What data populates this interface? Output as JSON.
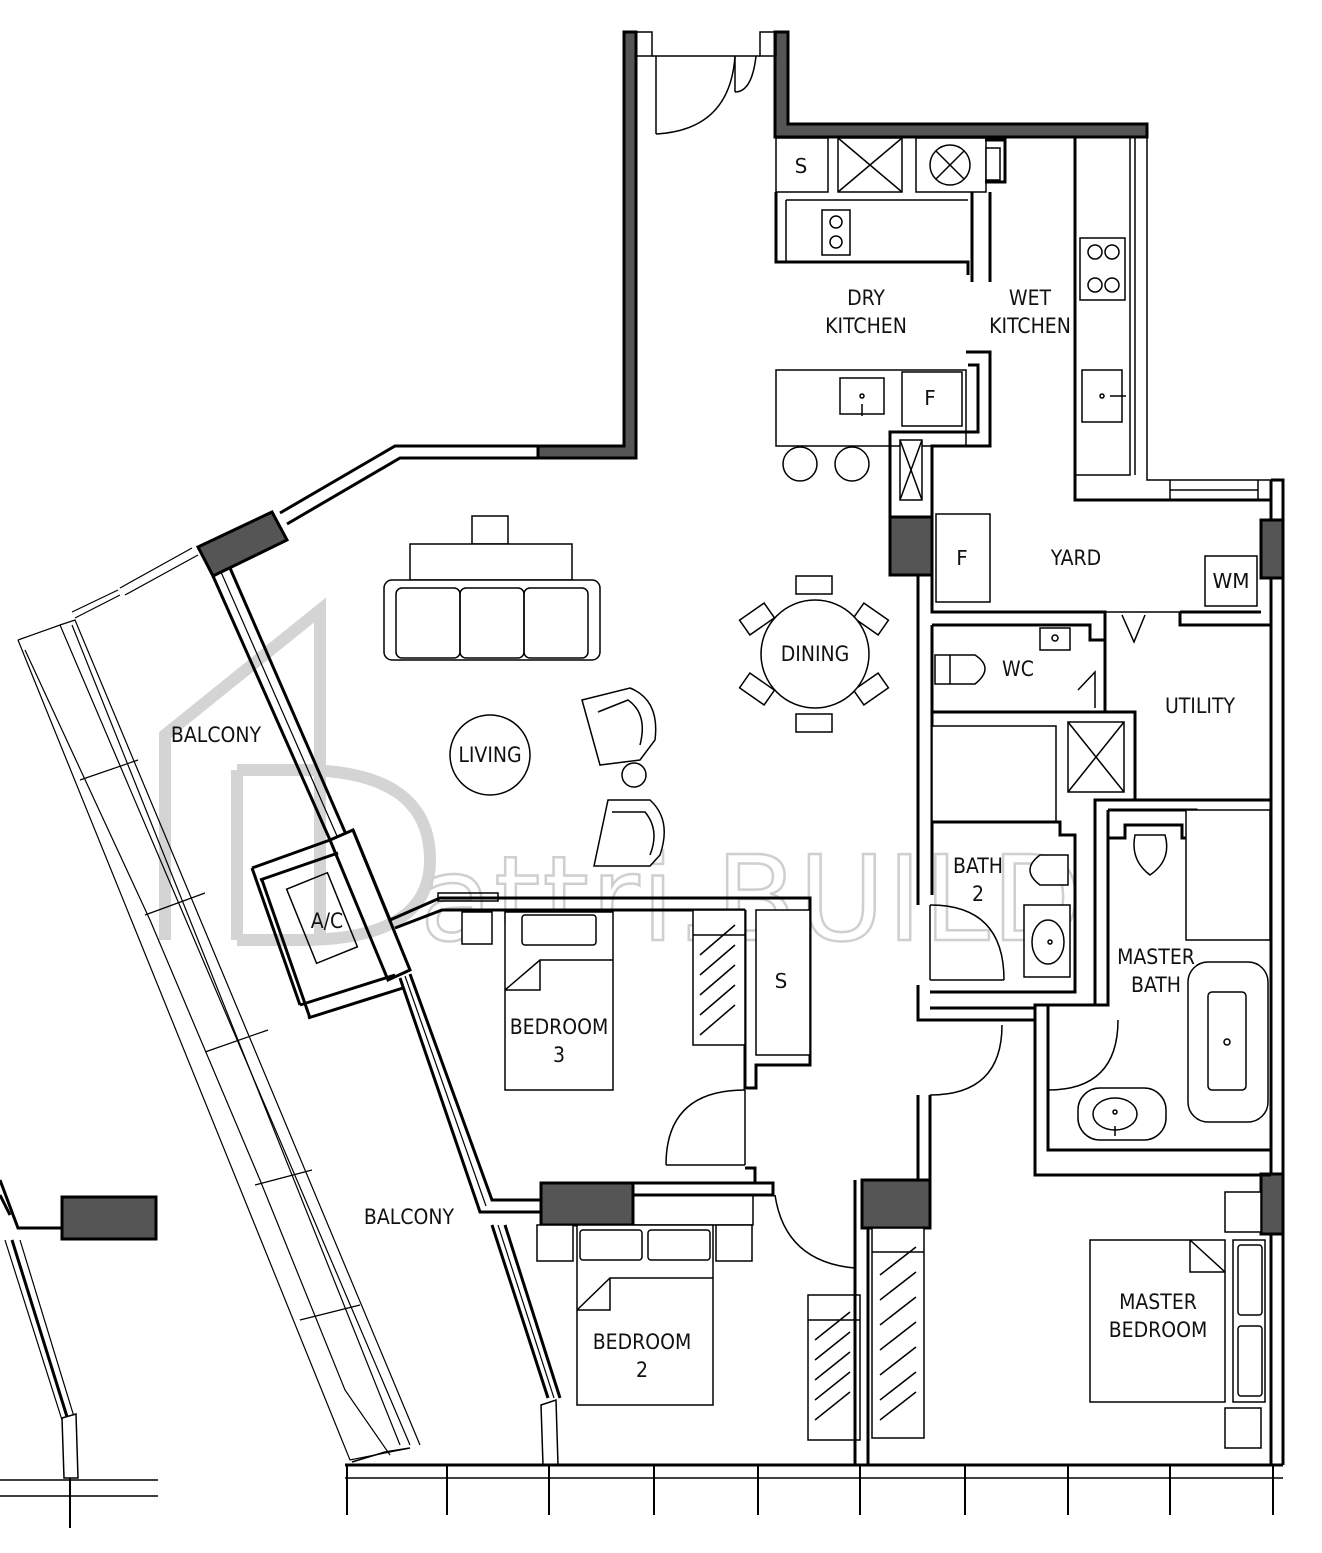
{
  "watermark": {
    "text": "attri.BUILD"
  },
  "rooms": {
    "dry_kitchen": [
      "DRY",
      "KITCHEN"
    ],
    "wet_kitchen": [
      "WET",
      "KITCHEN"
    ],
    "yard": "YARD",
    "dining": "DINING",
    "living": "LIVING",
    "balcony_top": "BALCONY",
    "balcony_bottom": "BALCONY",
    "ac": "A/C",
    "wc": "WC",
    "utility": "UTILITY",
    "bath2": [
      "BATH",
      "2"
    ],
    "master_bath": [
      "MASTER",
      "BATH"
    ],
    "bedroom3": [
      "BEDROOM",
      "3"
    ],
    "bedroom2": [
      "BEDROOM",
      "2"
    ],
    "master_bedroom": [
      "MASTER",
      "BEDROOM"
    ]
  },
  "fixtures": {
    "store_top": "S",
    "store_corridor": "S",
    "fridge_kitchen": "F",
    "fridge_yard": "F",
    "washing_machine": "WM"
  }
}
